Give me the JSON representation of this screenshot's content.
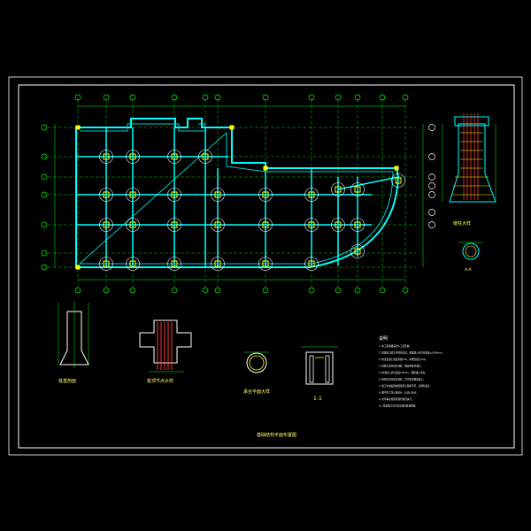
{
  "drawing": {
    "plan_title": "基础结构平面布置图",
    "detail_pier_title": "墩柱大样",
    "detail_section_aa": "A-A",
    "detail_cap_title": "桩基剖面",
    "detail_pile_head_title": "桩顶节点大样",
    "detail_ring_title": "承台平面大样",
    "detail_section_11": "1-1"
  },
  "notes": {
    "title": "说明",
    "lines": [
      "1. 本工程基础采用人工挖孔桩。",
      "2. 桩端持力层为中风化岩层，桩端进入持力层深度≥1000mm。",
      "3. 桩身混凝土强度等级C30，护壁混凝土C20。",
      "4. 桩施工前应进行试桩，确定单桩承载力。",
      "5. 桩顶嵌入承台深度100mm，钢筋锚入承台。",
      "6. 桩成孔后应及时清底，并立即浇灌混凝土。",
      "7. 施工中如发现地质情况与勘察不符，应通知设计。",
      "8. 图中尺寸均以毫米计，标高以米计。",
      "9. 未尽事宜按国家现行规范执行。",
      "10. 桩基施工完毕后应进行桩基检测。"
    ]
  },
  "colors": {
    "background": "#000000",
    "frame": "#ffffff",
    "grid": "#00ff00",
    "walls": "#00ffff",
    "columns": "#ffff00",
    "rebar": "#ff3333",
    "text": "#ffff66"
  }
}
